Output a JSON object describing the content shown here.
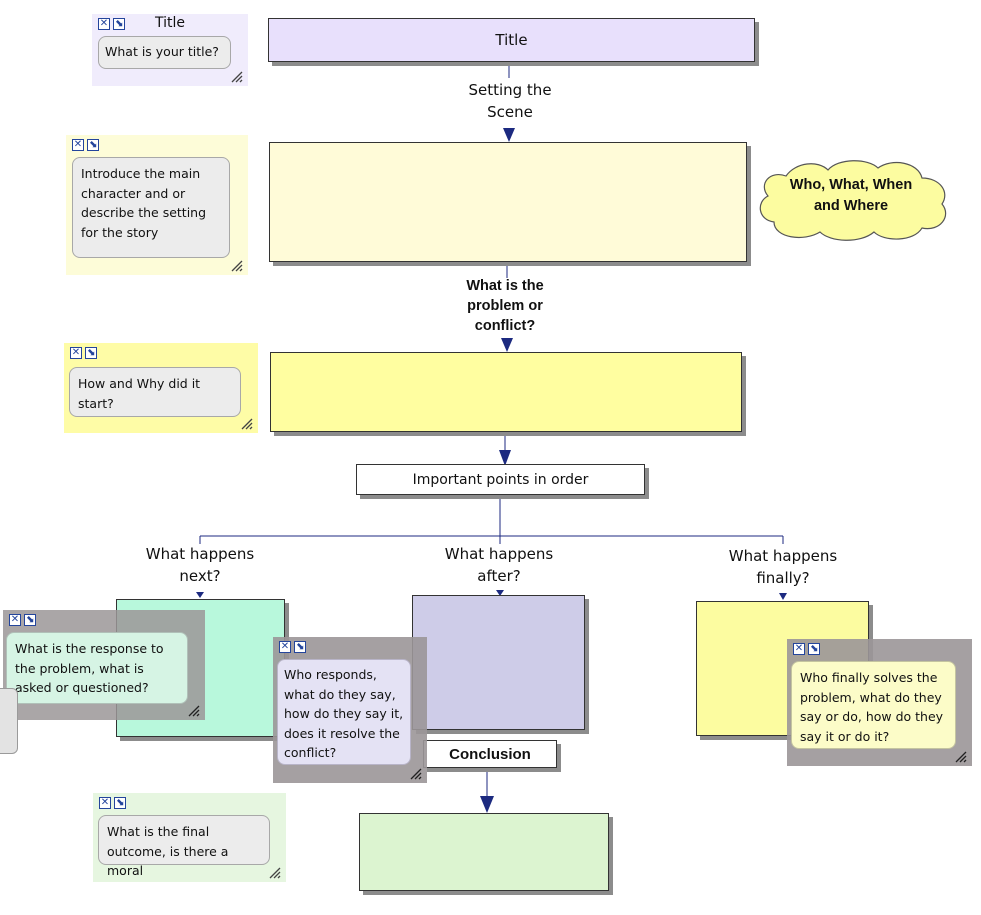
{
  "diagram": {
    "title_box": "Title",
    "setting_label": "Setting the\nScene",
    "problem_label": "What is the\nproblem or\nconflict?",
    "points_box": "Important points in order",
    "next_label": "What happens\nnext?",
    "after_label": "What happens\nafter?",
    "finally_label": "What happens\nfinally?",
    "conclusion_box": "Conclusion",
    "cloud_text": "Who, What, When\nand Where"
  },
  "notes": {
    "title_note": {
      "title": "Title",
      "text": "What is your title?"
    },
    "intro_note": {
      "text": "Introduce the main character and or describe the setting for the story"
    },
    "start_note": {
      "text": "How and Why did it start?"
    },
    "response_note": {
      "text": "What is the response to the problem, what is asked or questioned?"
    },
    "responds_note": {
      "text": "Who responds, what do they say, how do they say it, does it resolve the conflict?"
    },
    "solves_note": {
      "text": "Who finally solves the problem, what do they say or do, how do they say it or do it?"
    },
    "outcome_note": {
      "text": "What is the final outcome, is there a moral"
    }
  },
  "colors": {
    "title_fill": "#e8e0fc",
    "setting_fill": "#fffbd8",
    "problem_fill": "#fffea0",
    "next_fill": "#b8f8dc",
    "after_fill": "#cecce8",
    "finally_fill": "#fcfca0",
    "conclusion_fill": "#dcf4d0",
    "cloud_fill": "#fcfca0",
    "connector": "#1c2a80"
  },
  "icons": [
    "close-icon",
    "expand-icon",
    "resize-grip-icon"
  ]
}
